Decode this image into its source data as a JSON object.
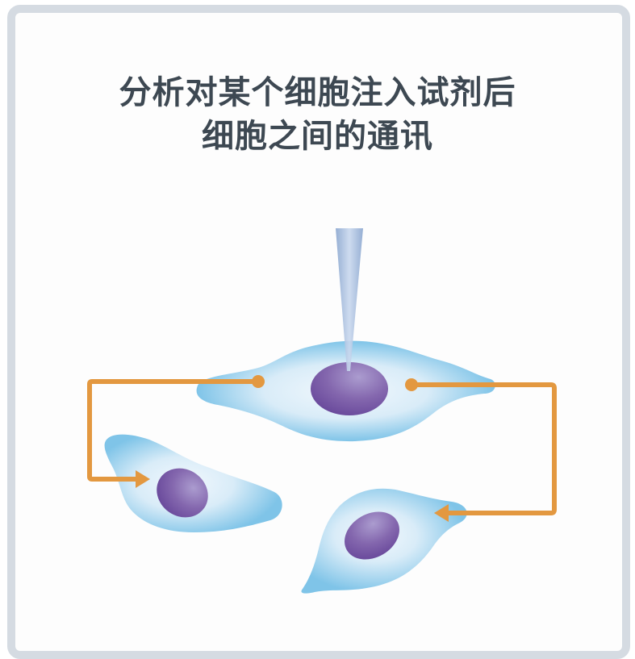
{
  "title": {
    "line1": "分析对某个细胞注入试剂后",
    "line2": "细胞之间的通讯"
  },
  "diagram": {
    "elements": [
      {
        "name": "micropipette",
        "description": "needle injecting into top cell nucleus"
      },
      {
        "name": "cell-top",
        "role": "injected cell"
      },
      {
        "name": "cell-bottom-left",
        "role": "receiving cell"
      },
      {
        "name": "cell-bottom-right",
        "role": "receiving cell"
      },
      {
        "name": "arrow-left",
        "from": "cell-top",
        "to": "cell-bottom-left"
      },
      {
        "name": "arrow-right",
        "from": "cell-top",
        "to": "cell-bottom-right"
      }
    ],
    "colors": {
      "frame": "#d5dbe2",
      "cytoplasm_edge": "#7fc4e8",
      "cytoplasm_center": "#eaf4fb",
      "nucleus_dark": "#6a4a9c",
      "nucleus_light": "#a896cc",
      "arrow": "#e39840",
      "pipette": "#a9bfde",
      "title_text": "#3d4852"
    }
  }
}
